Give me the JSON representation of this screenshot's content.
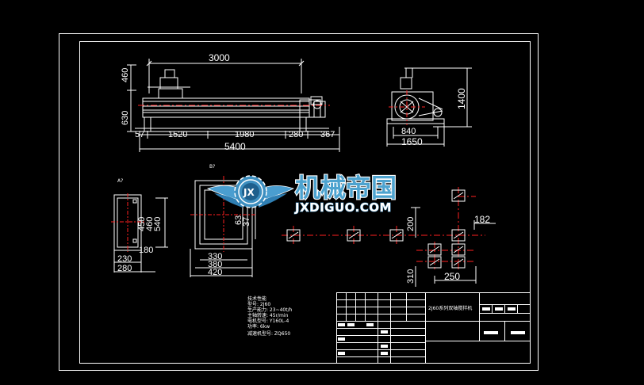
{
  "colors": {
    "background": "#000000",
    "line": "#ffffff",
    "centerline": "#ff2020",
    "watermark_text": "#4da3cf",
    "watermark_gear": "#3d8fc0"
  },
  "front_view": {
    "dims": {
      "length_top": "3000",
      "height_top": "460",
      "height_body": "630",
      "left_small": "57",
      "seg1": "1520",
      "seg2": "1980",
      "seg3": "280",
      "seg4": "367",
      "total": "5400"
    }
  },
  "side_view": {
    "dims": {
      "height": "1400",
      "base_inner": "840",
      "base_outer": "1650"
    }
  },
  "detail_a": {
    "label": "A?",
    "dims": {
      "h1": "450",
      "h2": "460",
      "h3": "540",
      "w1": "230",
      "w2": "180",
      "w3": "280"
    }
  },
  "detail_b": {
    "label": "B?",
    "dims": {
      "h1": "63",
      "h2": "37",
      "w1": "330",
      "w2": "380",
      "w3": "420"
    }
  },
  "layout_plan": {
    "dims": {
      "d200": "200",
      "d182": "182",
      "d250": "250",
      "d310": "310"
    }
  },
  "notes": {
    "title": "技术性能",
    "lines": [
      "型号:  2J60",
      "生产能力:  23~40t/h",
      "主轴转速:  45r/min",
      "电机型号:  Y160L-4",
      "功率:  6kw",
      "减速机型号:  ZQ650"
    ]
  },
  "title_block": {
    "drawing_title": "2J60系列双轴搅拌机"
  },
  "watermark": {
    "chinese": "机械帝国",
    "english": "JXDIGUO.COM",
    "badge": "JX"
  }
}
